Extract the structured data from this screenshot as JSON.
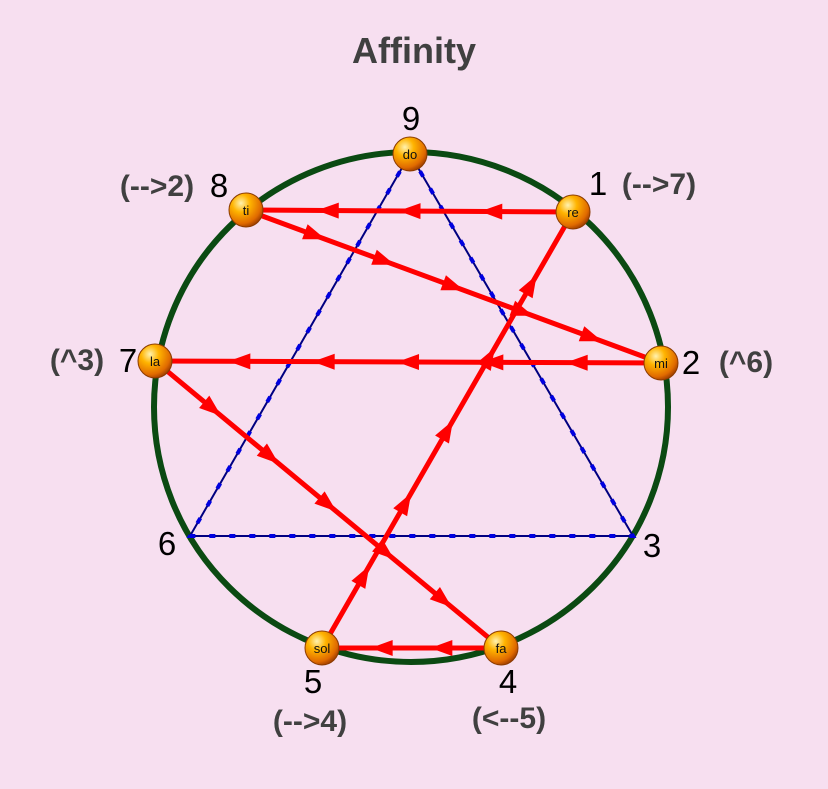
{
  "title": "Affinity",
  "colors": {
    "circle": "#0b4a12",
    "triangle": "#000080",
    "triangle_dash": "#0000e0",
    "star": "#ff0000",
    "node_fill": "#ff9a00",
    "background": "#f7dff0"
  },
  "nodes": [
    {
      "id": "do",
      "note": "do",
      "number": "9",
      "annotation": ""
    },
    {
      "id": "re",
      "note": "re",
      "number": "1",
      "annotation": "(-->7)"
    },
    {
      "id": "mi",
      "note": "mi",
      "number": "2",
      "annotation": "(^6)"
    },
    {
      "id": "fa",
      "note": "fa",
      "number": "4",
      "annotation": "(<--5)"
    },
    {
      "id": "sol",
      "note": "sol",
      "number": "5",
      "annotation": "(-->4)"
    },
    {
      "id": "la",
      "note": "la",
      "number": "7",
      "annotation": "(^3)"
    },
    {
      "id": "ti",
      "note": "ti",
      "number": "8",
      "annotation": "(-->2)"
    }
  ],
  "triangle_points": [
    {
      "id": "p3",
      "number": "3"
    },
    {
      "id": "p6",
      "number": "6"
    }
  ],
  "star_sequence": [
    "re",
    "ti",
    "mi",
    "la",
    "fa",
    "sol",
    "re"
  ]
}
